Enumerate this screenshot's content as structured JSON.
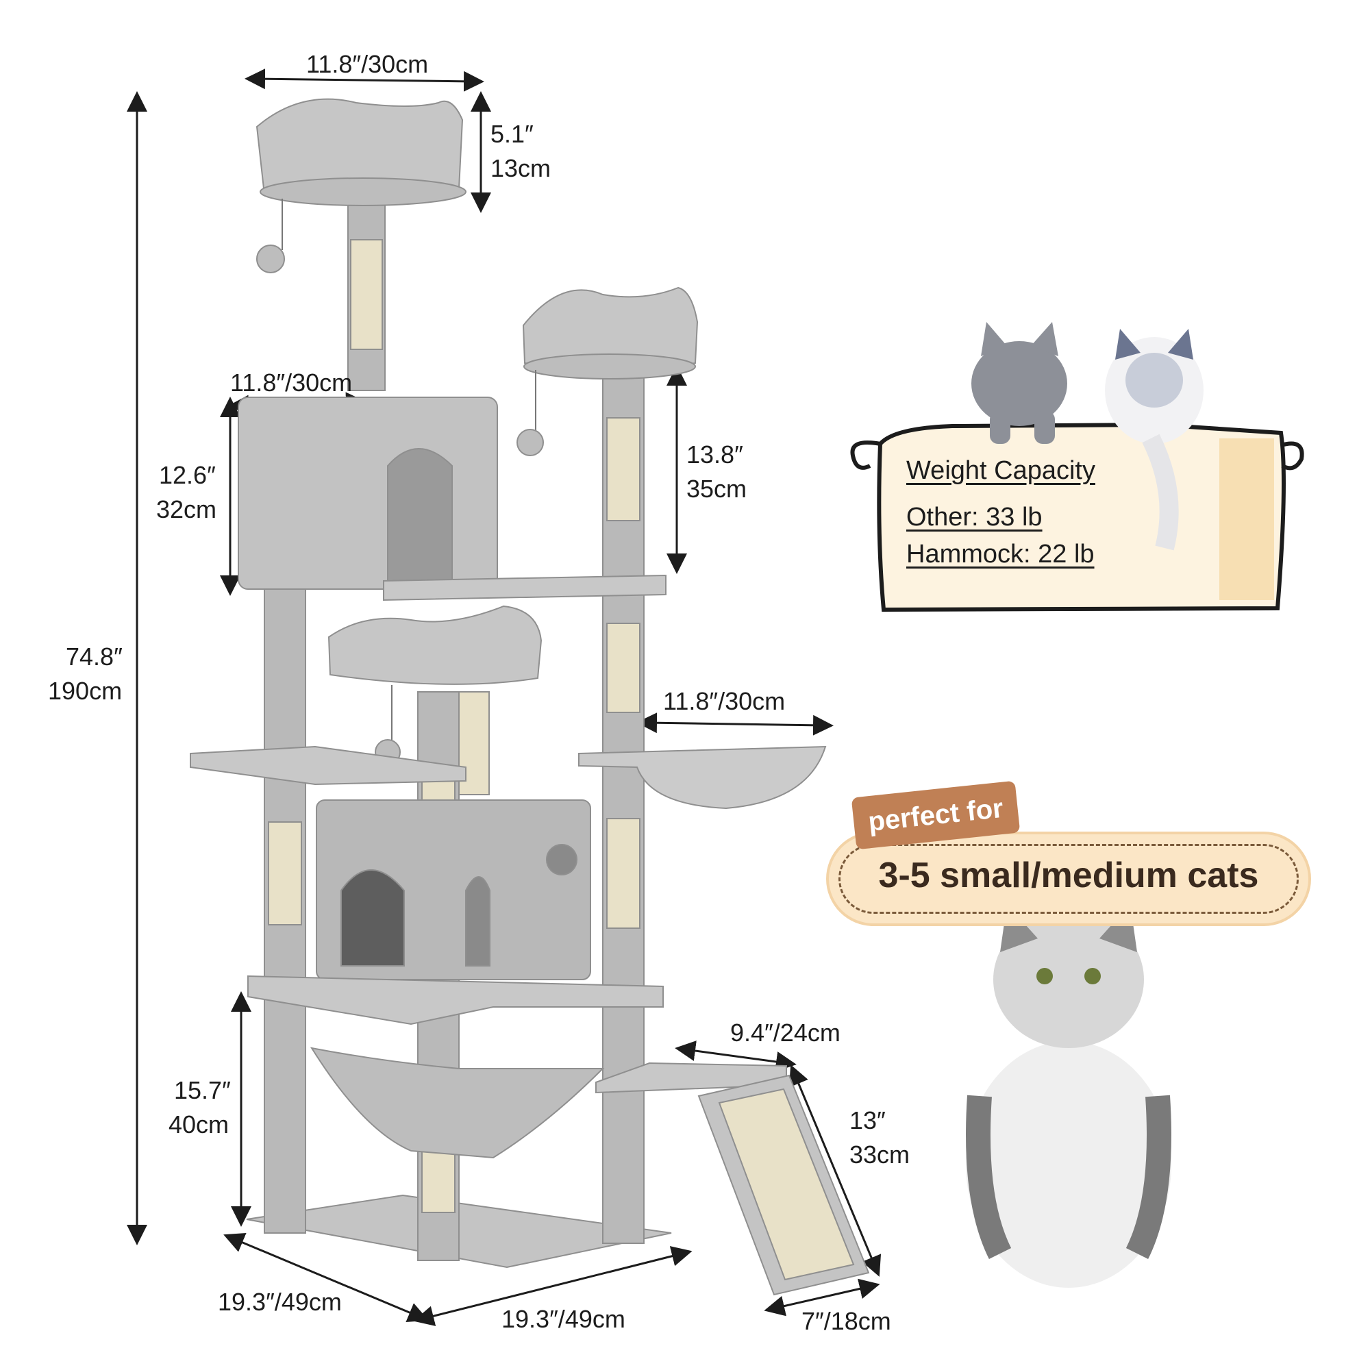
{
  "dimensions": {
    "top_platform_width": "11.8″/30cm",
    "top_perch_height_in": "5.1″",
    "top_perch_height_cm": "13cm",
    "condo_width": "11.8″/30cm",
    "condo_height_in": "12.6″",
    "condo_height_cm": "32cm",
    "post_height_in": "13.8″",
    "post_height_cm": "35cm",
    "total_height_in": "74.8″",
    "total_height_cm": "190cm",
    "basket_width": "11.8″/30cm",
    "hammock_height_in": "15.7″",
    "hammock_height_cm": "40cm",
    "ramp_width_top": "9.4″/24cm",
    "ramp_length_in": "13″",
    "ramp_length_cm": "33cm",
    "base_depth": "19.3″/49cm",
    "base_width": "19.3″/49cm",
    "ramp_width_bottom": "7″/18cm"
  },
  "weight_capacity": {
    "title": "Weight Capacity",
    "other": "Other: 33 lb",
    "hammock": "Hammock: 22 lb"
  },
  "badge": {
    "label": "perfect for",
    "text": "3-5 small/medium cats"
  },
  "colors": {
    "plush": "#bdbdbd",
    "plush_dark": "#9e9e9e",
    "sisal": "#e8e1c8",
    "badge_brown": "#c08055",
    "badge_cream": "#fbe6c6"
  }
}
